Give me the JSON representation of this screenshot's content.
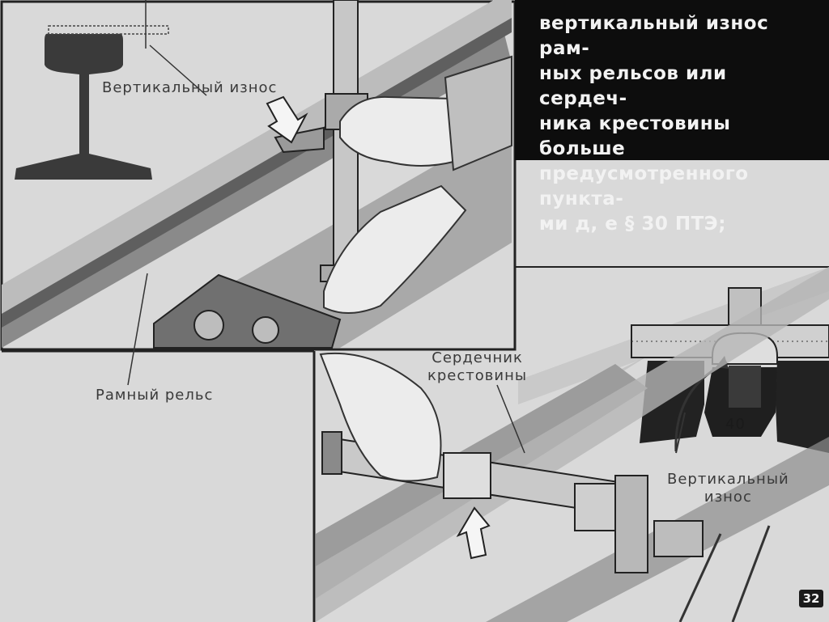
{
  "caption": {
    "text": "вертикальный износ рам-\nных рельсов или сердеч-\nника крестовины больше\nпредусмотренного пункта-\nми д, е § 30 ПТЭ;"
  },
  "labels": {
    "vertical_wear_top": "Вертикальный износ",
    "frame_rail": "Рамный рельс",
    "frog_core": "Сердечник\nкрестовины",
    "vertical_wear_right": "Вертикальный\nизнос",
    "dimension_40": "40"
  },
  "page_number": "32",
  "colors": {
    "caption_background": "#0d0d0d",
    "caption_text": "#f2f2f2",
    "drawing_dark": "#333333",
    "background": "#d9d9d9"
  }
}
